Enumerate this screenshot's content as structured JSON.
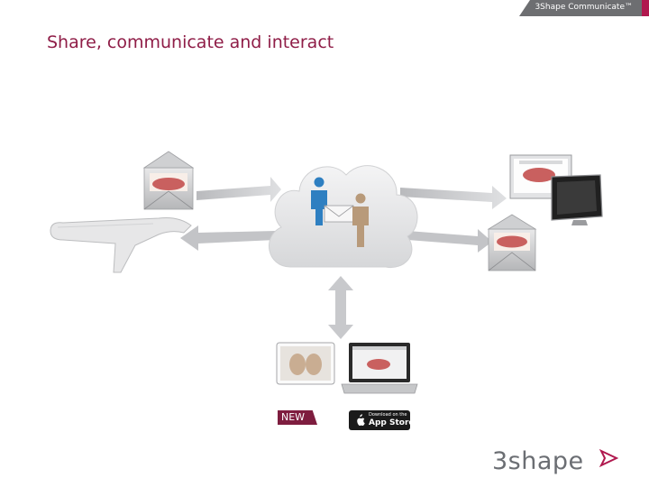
{
  "header": {
    "product_label": "3Shape Communicate™",
    "accent_color": "#b0184e",
    "tag_color": "#6d6e71"
  },
  "title": "Share, communicate and interact",
  "title_color": "#8f1d47",
  "badges": {
    "new_label": "NEW",
    "new_color": "#7e1d3f"
  },
  "appstore": {
    "sub_label": "Download on the",
    "main_label": "App Store",
    "icon": "apple-icon"
  },
  "logo": {
    "text": "3shape",
    "mark_icon": "triangle-arrow-icon"
  },
  "diagram_icons": [
    "cloud-icon",
    "person-blue-icon",
    "person-tan-icon",
    "envelope-icon",
    "scanner-icon",
    "monitor-icon",
    "tablet-icon",
    "laptop-icon",
    "arrow-icon"
  ]
}
